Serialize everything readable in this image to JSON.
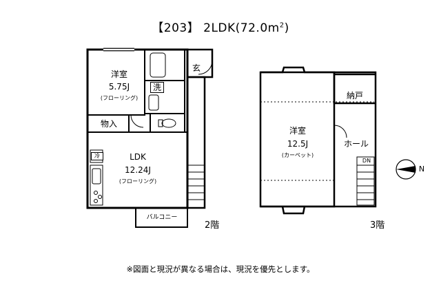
{
  "title": {
    "unit": "【203】",
    "layout": "2LDK(72.0m",
    "sup": "2",
    "close": ")"
  },
  "floor2": {
    "label": "2階",
    "rooms": {
      "western": {
        "name": "洋室",
        "size": "5.75J",
        "floor": "(フローリング)"
      },
      "ldk": {
        "name": "LDK",
        "size": "12.24J",
        "floor": "(フローリング)"
      },
      "storage": {
        "name": "物入"
      },
      "entrance": {
        "name": "玄"
      },
      "washer": {
        "name": "洗"
      },
      "fridge": {
        "name": "冷"
      },
      "balcony": {
        "name": "バルコニー"
      }
    }
  },
  "floor3": {
    "label": "3階",
    "rooms": {
      "western": {
        "name": "洋室",
        "size": "12.5J",
        "floor": "(カーペット)"
      },
      "closet": {
        "name": "納戸"
      },
      "hall": {
        "name": "ホール"
      },
      "stair_label": {
        "name": "DN"
      }
    }
  },
  "compass": {
    "label": "N"
  },
  "note": "※図面と現況が異なる場合は、現況を優先とします。"
}
